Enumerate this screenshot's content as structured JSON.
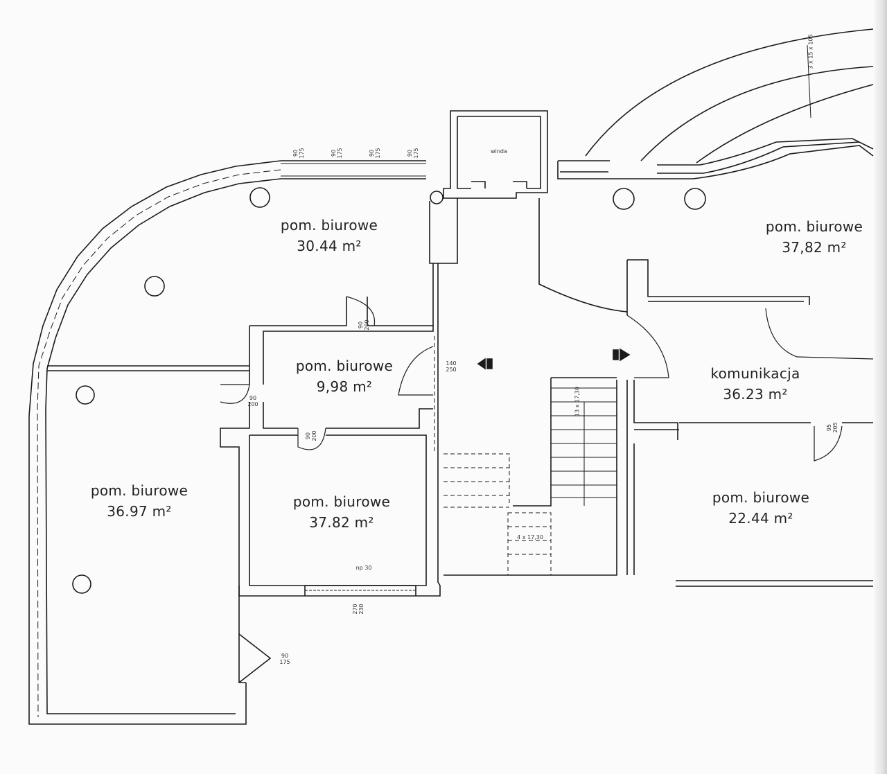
{
  "rooms": [
    {
      "id": "office-30",
      "name": "pom. biurowe",
      "area": "30.44 m²"
    },
    {
      "id": "office-37b",
      "name": "pom. biurowe",
      "area": "37,82 m²"
    },
    {
      "id": "office-9",
      "name": "pom. biurowe",
      "area": "9,98 m²"
    },
    {
      "id": "corridor",
      "name": "komunikacja",
      "area": "36.23 m²"
    },
    {
      "id": "office-36",
      "name": "pom. biurowe",
      "area": "36.97 m²"
    },
    {
      "id": "office-37a",
      "name": "pom. biurowe",
      "area": "37.82 m²"
    },
    {
      "id": "office-22",
      "name": "pom. biurowe",
      "area": "22.44 m²"
    }
  ],
  "dimensions": {
    "window_top_1": [
      "90",
      "175"
    ],
    "window_top_2": [
      "90",
      "175"
    ],
    "window_top_3": [
      "90",
      "175"
    ],
    "window_top_4": [
      "90",
      "175"
    ],
    "door_9_top": [
      "90",
      "200"
    ],
    "door_9_left": [
      "90",
      "200"
    ],
    "door_9_bottom": [
      "90",
      "200"
    ],
    "door_main": [
      "140",
      "250"
    ],
    "door_right": [
      "95",
      "205"
    ],
    "bay_window": [
      "90",
      "175"
    ],
    "bottom_window": [
      "270",
      "230"
    ],
    "stair_right": "13 x 17,30",
    "stair_bottom": "4 x 17,30",
    "arc_window": "3 x 15 x 105",
    "lift": "winda",
    "height_mark": "np 30"
  },
  "colors": {
    "line": "#1a1a1a",
    "paper": "#fbfbfb",
    "dash": "#444444"
  }
}
